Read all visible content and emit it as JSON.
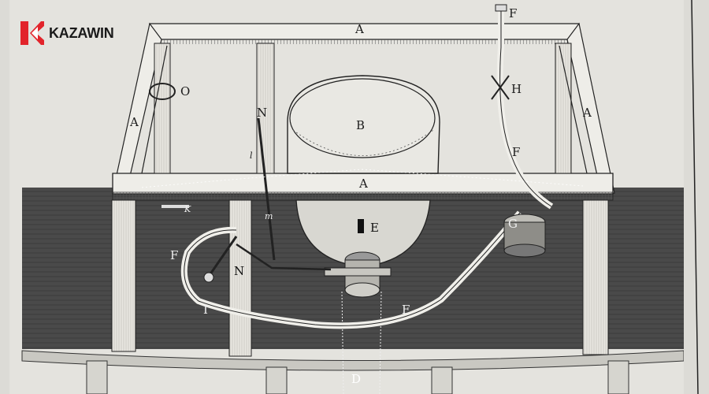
{
  "logo": {
    "text": "KAZAWIN",
    "brand_color": "#e2242b",
    "icon": "kazawin-logo-icon"
  },
  "labels": {
    "A_top": "A",
    "A_mid": "A",
    "A_left": "A",
    "A_right": "A",
    "B": "B",
    "D": "D",
    "E": "E",
    "F_top": "F",
    "F_right": "F",
    "F_left": "F",
    "F_bottom": "F",
    "G": "G",
    "H": "H",
    "I": "I",
    "K": "K",
    "N_top": "N",
    "N_bottom": "N",
    "O": "O",
    "l": "l",
    "m": "m"
  },
  "colors": {
    "paper": "#dcdbd6",
    "water": "#4d4d4d",
    "ink": "#1c1c1c",
    "wood": "#e6e4de"
  }
}
